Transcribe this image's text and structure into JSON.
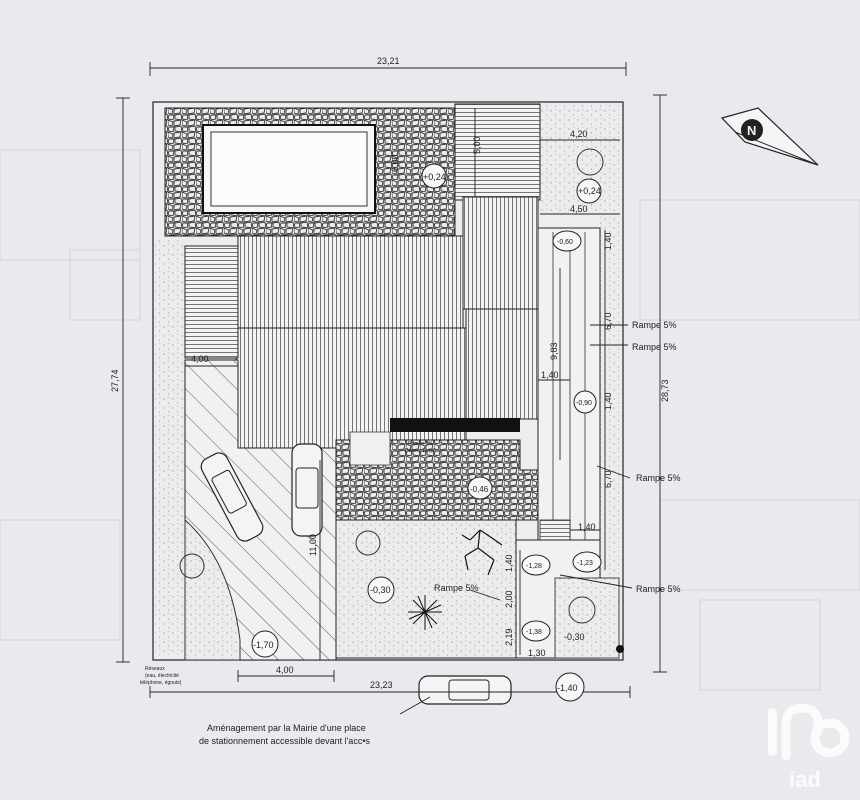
{
  "dimensions": {
    "top_width": "23,21",
    "bottom_width": "23,23",
    "left_height": "27,74",
    "right_height": "28,73",
    "entry_width": "4,00",
    "parking_width": "4,00",
    "parking_depth": "11,00",
    "stair_length": "5,00",
    "pool_side": "6,00",
    "garden_width_top": "4,20",
    "garden_width_bottom": "4,50",
    "ramp_length_main": "9,83",
    "ramp_length_a": "6,70",
    "ramp_length_b": "6,70",
    "landing_a": "1,40",
    "landing_b": "1,40",
    "landing_c": "1,40",
    "landing_d": "1,40",
    "landing_e": "1,40",
    "bottom_landing": "1,30",
    "step_a": "2,00",
    "step_b": "2,19"
  },
  "levels": {
    "pool_terrace": "+0,24",
    "garden_ne": "+0,24",
    "ramp_top": "-0,60",
    "ramp_mid": "-0,90",
    "rockery": "-0,46",
    "lawn": "-0,30",
    "ramp_low_a": "-1,28",
    "ramp_low_b": "-1,23",
    "ramp_low_c": "-1,38",
    "corner_se": "-0,30",
    "entry": "-1,70",
    "street": "-1,40"
  },
  "labels": {
    "ramp_1": "Rampe 5%",
    "ramp_2": "Rampe 5%",
    "ramp_3": "Rampe 5%",
    "ramp_4": "Rampe 5%",
    "ramp_5": "Rampe 5%",
    "networks": "Réseaux",
    "networks_detail_1": "(eau, électricité",
    "networks_detail_2": "téléphone, égouts)",
    "small_ramp_1": "Rampe 5%",
    "small_ramp_2": "Devers 11 (pl)",
    "compass": "N",
    "note_line_1": "Aménagement par la Mairie d'une place",
    "note_line_2": "de stationnement accessible devant l'acc•s"
  },
  "watermark": {
    "brand": "iad"
  }
}
